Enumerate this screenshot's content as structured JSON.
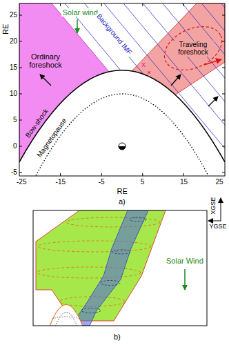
{
  "diagram": {
    "labels": [
      "Solar wind",
      "Background IMF",
      "Ordinary foreshock",
      "Traveling foreshock",
      "X",
      "Bow-shock",
      "Magnetopause",
      "RE",
      "25",
      "20",
      "15",
      "10",
      "5",
      "0",
      "-5",
      "-25",
      "-15",
      "-5",
      "5",
      "15",
      "25",
      "RE",
      "a)",
      "XGSE",
      "YGSE",
      "Solar Wind",
      "b)"
    ]
  }
}
